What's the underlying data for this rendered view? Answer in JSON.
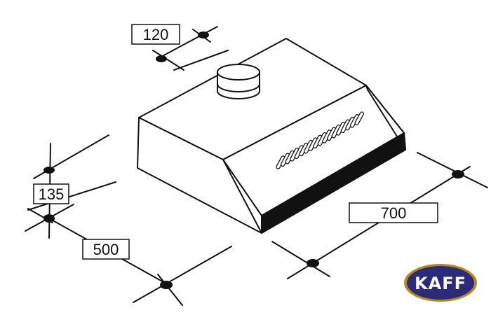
{
  "dimensions": {
    "height_top": "120",
    "height_body": "135",
    "depth": "500",
    "width": "700"
  },
  "brand": {
    "name": "KAFF",
    "logo_fill": "#2c2a7a",
    "logo_ring": "#b58a1c"
  },
  "colors": {
    "line": "#111111",
    "background": "#ffffff"
  }
}
